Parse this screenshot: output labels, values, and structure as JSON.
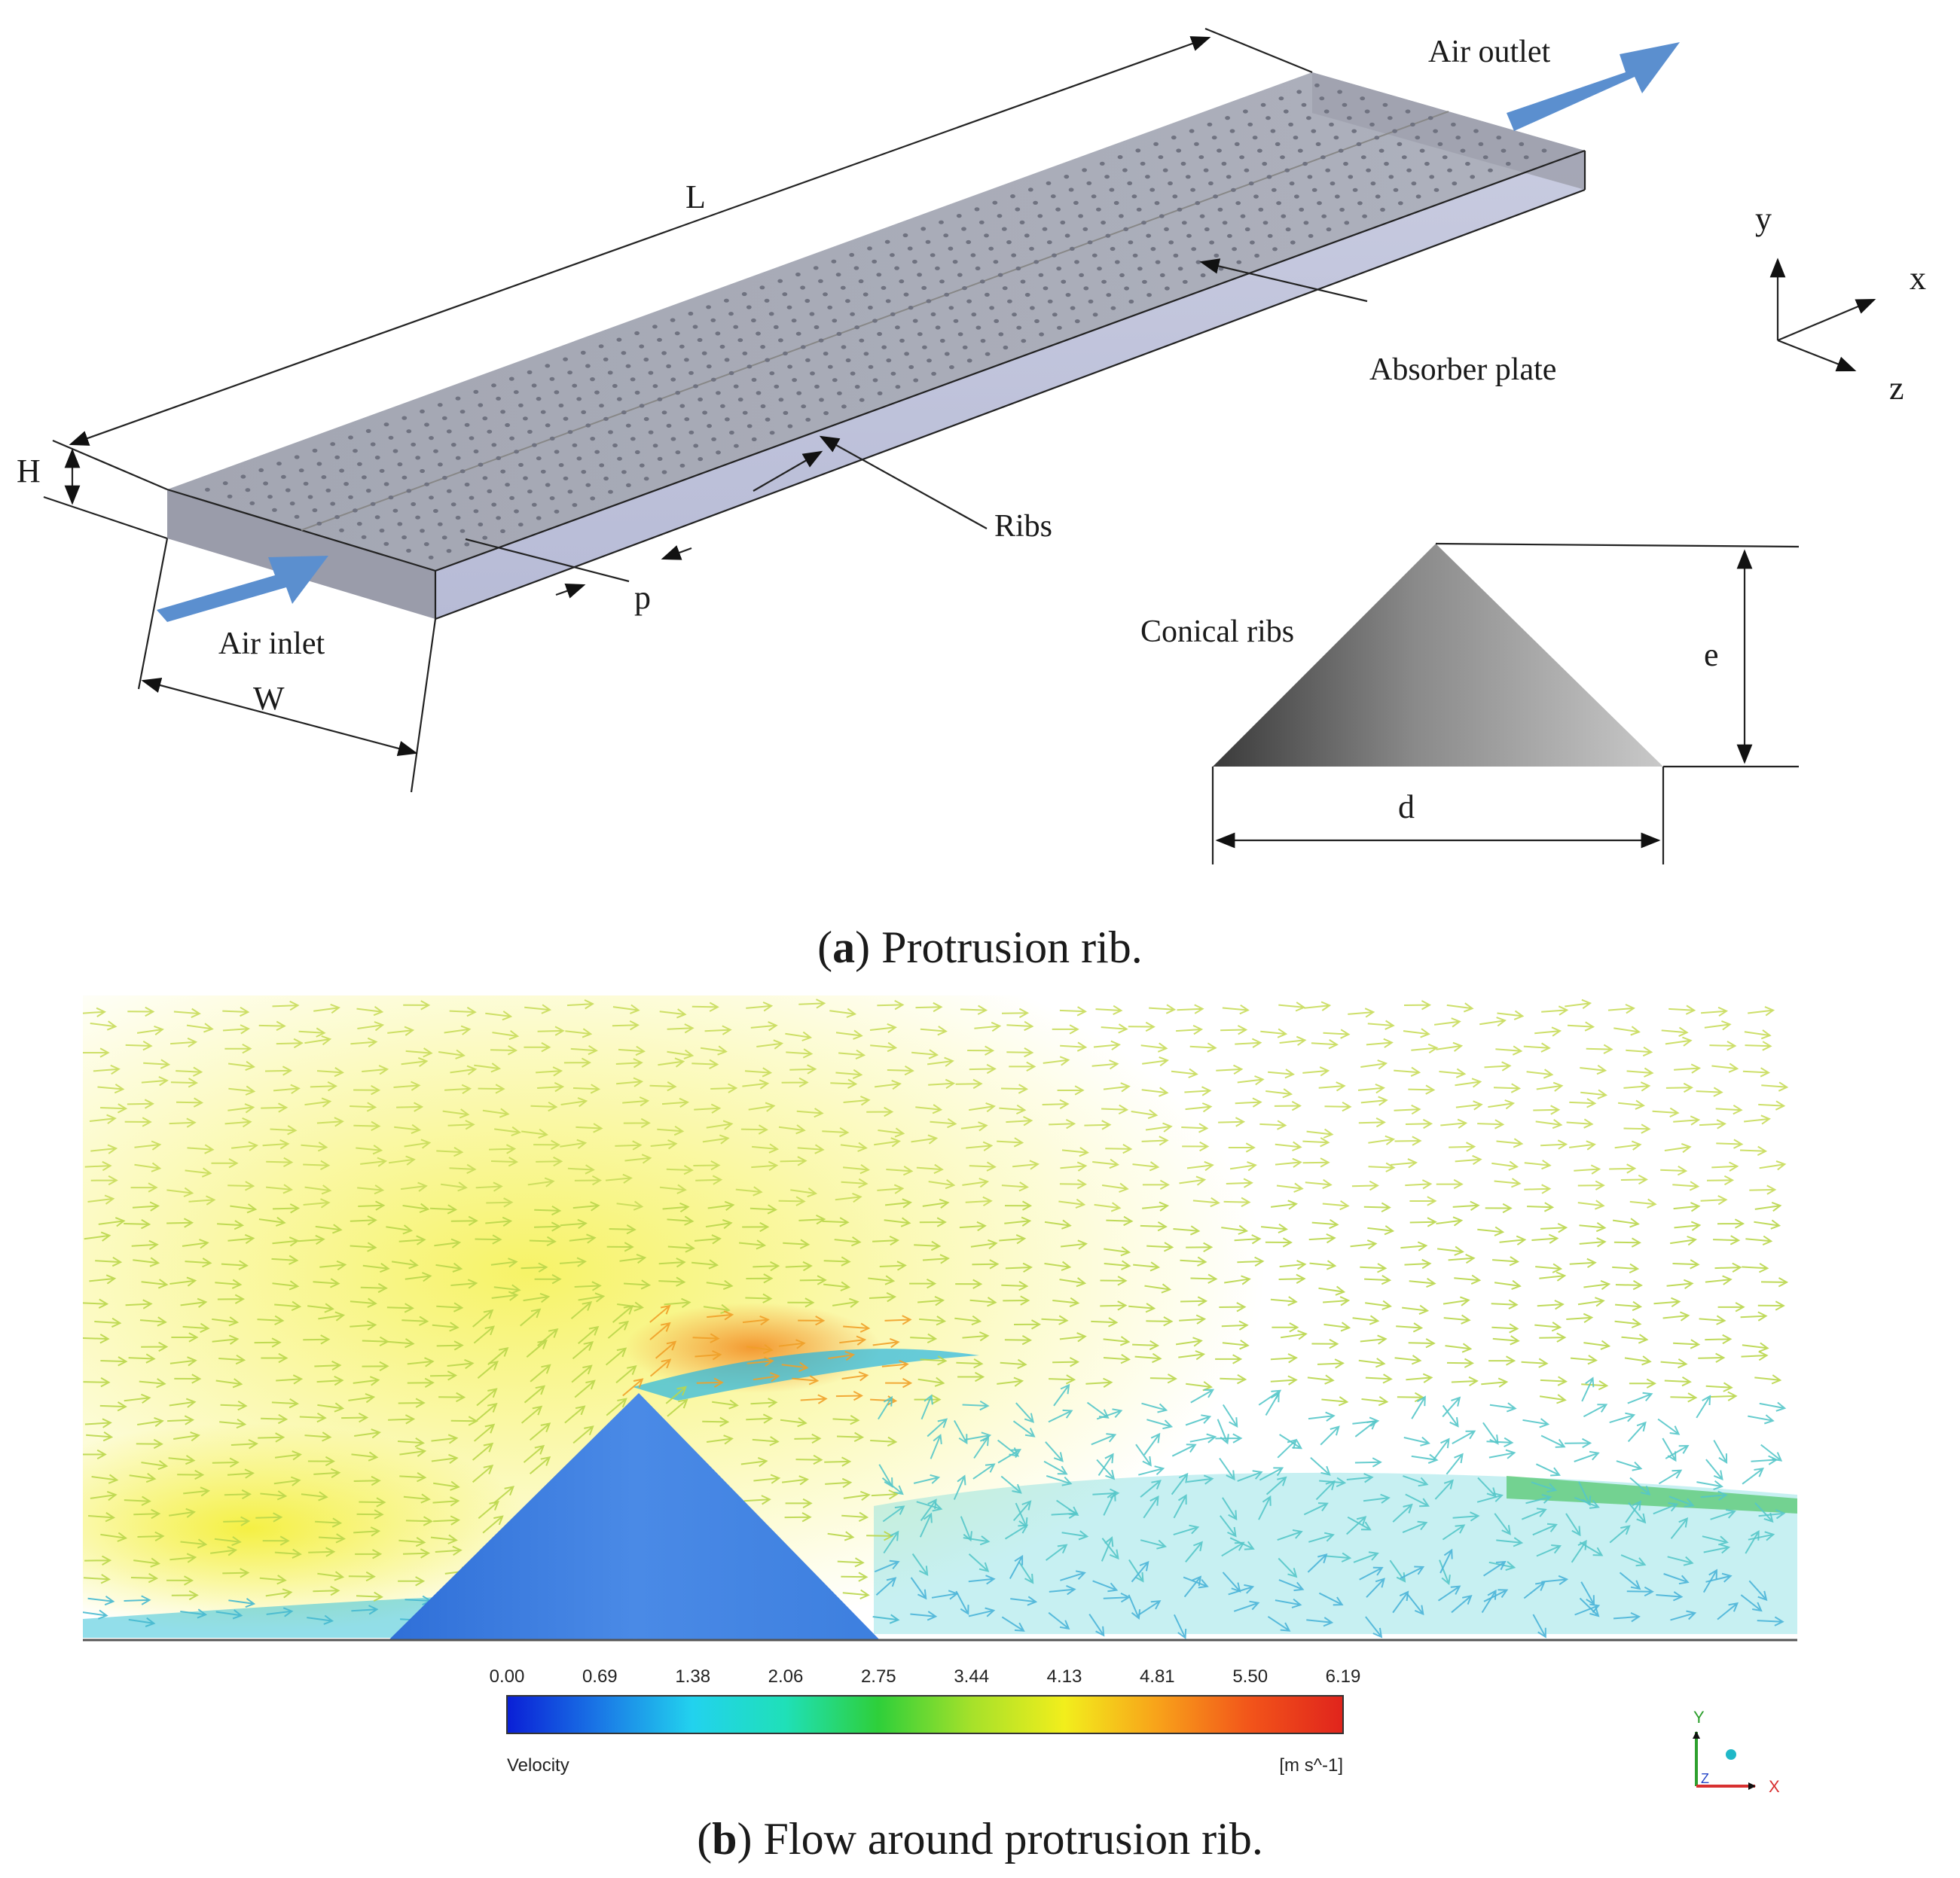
{
  "panel_a": {
    "labels": {
      "L": "L",
      "H": "H",
      "W": "W",
      "p": "p",
      "e": "e",
      "d": "d",
      "air_inlet": "Air inlet",
      "air_outlet": "Air outlet",
      "absorber_plate": "Absorber plate",
      "ribs": "Ribs",
      "conical_ribs": "Conical ribs"
    },
    "axes": {
      "y": "y",
      "x": "x",
      "z": "z"
    },
    "caption": {
      "letter": "a",
      "text": "Protrusion rib."
    }
  },
  "panel_b": {
    "colorbar": {
      "title": "Velocity",
      "unit": "[m s^-1]",
      "ticks": [
        "0.00",
        "0.69",
        "1.38",
        "2.06",
        "2.75",
        "3.44",
        "4.13",
        "4.81",
        "5.50",
        "6.19"
      ],
      "colors": [
        "#0a1fd6",
        "#1a78e6",
        "#22d2ee",
        "#1fe0b8",
        "#2ecf3a",
        "#a6e12a",
        "#f2ee1c",
        "#f8a21a",
        "#f2541a",
        "#e0241c"
      ]
    },
    "triad": {
      "y": "Y",
      "x": "X",
      "z": "Z"
    },
    "caption": {
      "letter": "b",
      "text": "Flow around protrusion rib."
    }
  },
  "colors": {
    "flow_arrow": "#5b8fcf",
    "plate": "#a9acb8",
    "rib_fill": "#3a7bdc"
  }
}
